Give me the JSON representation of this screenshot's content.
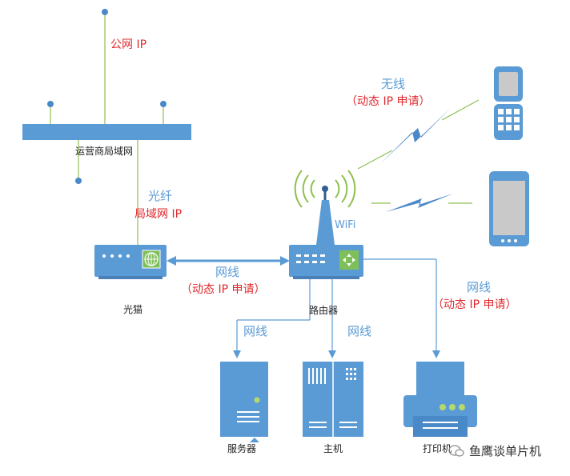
{
  "labels": {
    "public_ip": "公网 IP",
    "isp_lan": "运营商局域网",
    "fiber": "光纤",
    "lan_ip": "局域网 IP",
    "optical_modem": "光猫",
    "cable_modem_router": "网线",
    "dhcp_modem_router": "（动态 IP 申请）",
    "router": "路由器",
    "wifi": "WiFi",
    "wireless": "无线",
    "dhcp_wireless": "（动态 IP 申请）",
    "cable_server": "网线",
    "cable_host": "网线",
    "cable_printer": "网线",
    "dhcp_printer": "（动态 IP 申请）",
    "server": "服务器",
    "host": "主机",
    "printer": "打印机"
  },
  "watermark": {
    "text": "鱼鹰谈单片机"
  },
  "colors": {
    "device": "#5b9bd5",
    "device_dark": "#4a7fb8",
    "line_green": "#8fbf4f",
    "label_blue": "#5b9bd5",
    "label_red": "#e0282d",
    "screen_gray": "#c9c9c9"
  }
}
